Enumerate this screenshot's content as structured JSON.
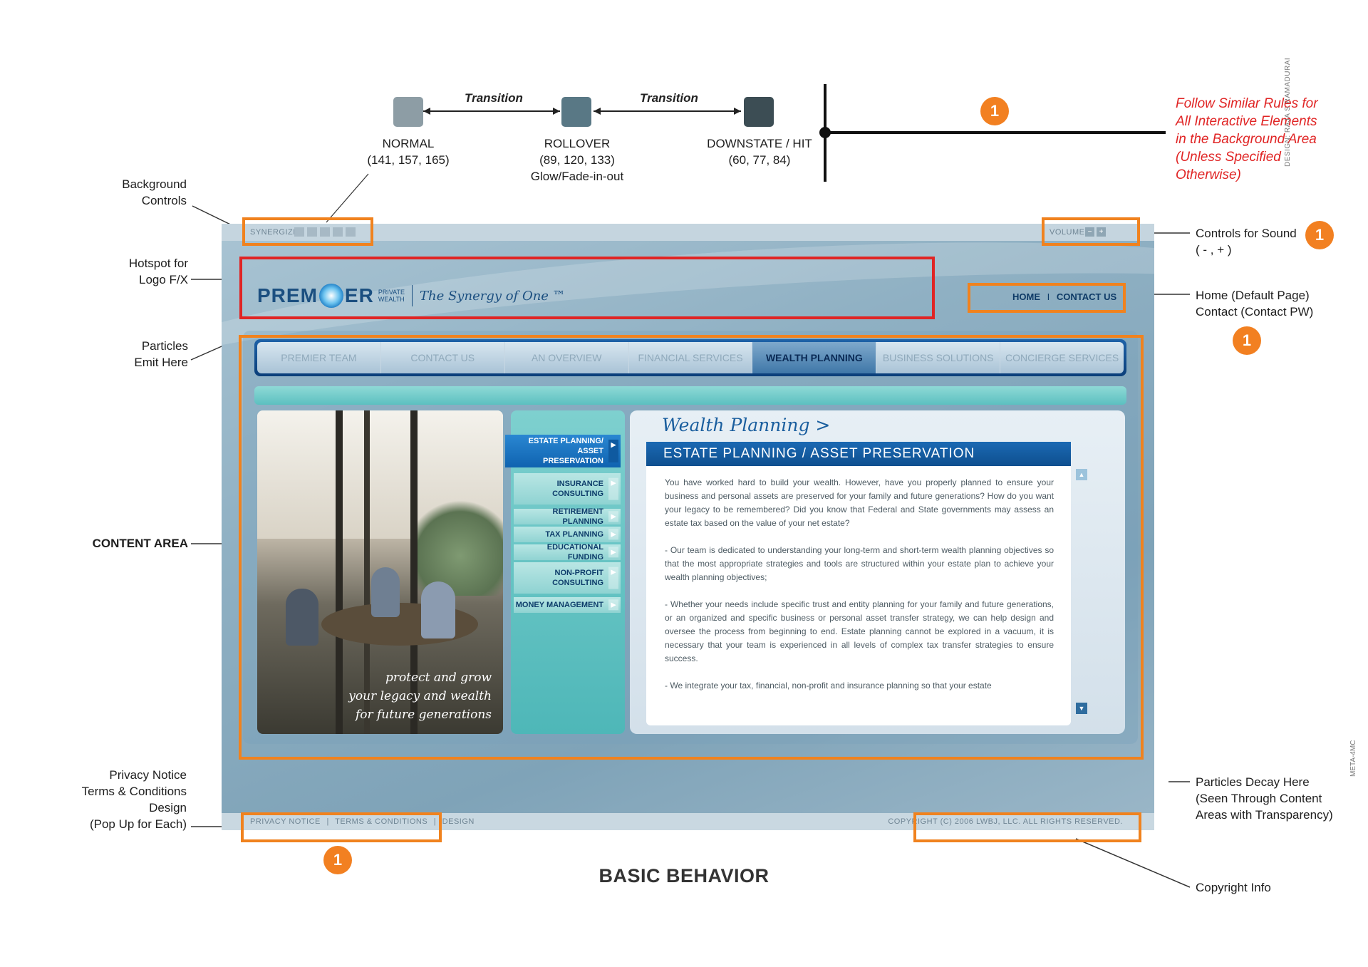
{
  "states": {
    "transition_label": "Transition",
    "normal": {
      "name": "NORMAL",
      "rgb": "(141, 157, 165)",
      "color": "#8d9da5"
    },
    "rollover": {
      "name": "ROLLOVER",
      "rgb": "(89, 120, 133)",
      "note": "Glow/Fade-in-out",
      "color": "#597885"
    },
    "downstate": {
      "name": "DOWNSTATE / HIT",
      "rgb": "(60, 77, 84)",
      "color": "#3c4d54"
    }
  },
  "note": {
    "badge": "1",
    "lines": [
      "Follow Similar Rules for",
      "All Interactive Elements",
      "in the Background Area",
      "(Unless Specified",
      "Otherwise)"
    ]
  },
  "credits": {
    "design": "DESIGN: RAJA S RAMADURAI",
    "logo": "META-4MC"
  },
  "left_labels": {
    "background_controls": [
      "Background",
      "Controls"
    ],
    "hotspot": [
      "Hotspot for",
      "Logo F/X"
    ],
    "particles_emit": [
      "Particles",
      "Emit Here"
    ],
    "content_area": "CONTENT AREA",
    "privacy": [
      "Privacy Notice",
      "Terms & Conditions",
      "Design",
      "(Pop Up for Each)"
    ]
  },
  "right_labels": {
    "sound": [
      "Controls for Sound",
      "( - , + )"
    ],
    "home": [
      "Home (Default Page)",
      "Contact (Contact PW)"
    ],
    "particles_decay": [
      "Particles Decay Here",
      "(Seen Through Content",
      "Areas with Transparency)"
    ],
    "copyright": "Copyright Info"
  },
  "badges": {
    "one": "1"
  },
  "footer_title": "BASIC BEHAVIOR",
  "site": {
    "synergize": "SYNERGIZE",
    "volume": "VOLUME",
    "logo_text": {
      "a": "PREM",
      "b": "ER",
      "private": "PRIVATE",
      "wealth": "WEALTH",
      "tagline": "The Synergy of One ™"
    },
    "top_links": {
      "home": "HOME",
      "sep": "I",
      "contact": "CONTACT US"
    },
    "nav": [
      "PREMIER TEAM",
      "CONTACT US",
      "AN OVERVIEW",
      "FINANCIAL SERVICES",
      "WEALTH PLANNING",
      "BUSINESS SOLUTIONS",
      "CONCIERGE SERVICES"
    ],
    "photo_caption": [
      "protect and grow",
      "your legacy and wealth",
      "for future generations"
    ],
    "subnav": [
      "ESTATE PLANNING/ ASSET PRESERVATION",
      "INSURANCE CONSULTING",
      "RETIREMENT PLANNING",
      "TAX PLANNING",
      "EDUCATIONAL FUNDING",
      "NON-PROFIT CONSULTING",
      "MONEY MANAGEMENT"
    ],
    "section_title": "Wealth Planning >",
    "section_head": "ESTATE PLANNING / ASSET PRESERVATION",
    "paragraphs": [
      "You have worked hard to build your wealth. However, have you properly planned to ensure your business and personal assets are preserved for your family and future generations? How do you want your legacy to be remembered? Did you know that Federal and State governments may assess an estate tax based on the value of your net estate?",
      "- Our team is dedicated to understanding your long-term and short-term wealth planning objectives so that the most appropriate strategies and tools are structured within your estate plan to achieve your wealth planning objectives;",
      "- Whether your needs include specific trust and entity planning for your family and future generations, or an organized and specific business or personal asset transfer strategy, we can help design and oversee the process from beginning to end. Estate planning cannot be explored in a vacuum, it is necessary that your team is experienced in all levels of complex tax transfer strategies to ensure success.",
      "- We integrate your tax, financial, non-profit and insurance planning so that your estate"
    ],
    "bottom_links": [
      "PRIVACY NOTICE",
      "TERMS & CONDITIONS",
      "DESIGN"
    ],
    "copyright": "COPYRIGHT (C) 2006 LWBJ, LLC. ALL RIGHTS RESERVED."
  }
}
